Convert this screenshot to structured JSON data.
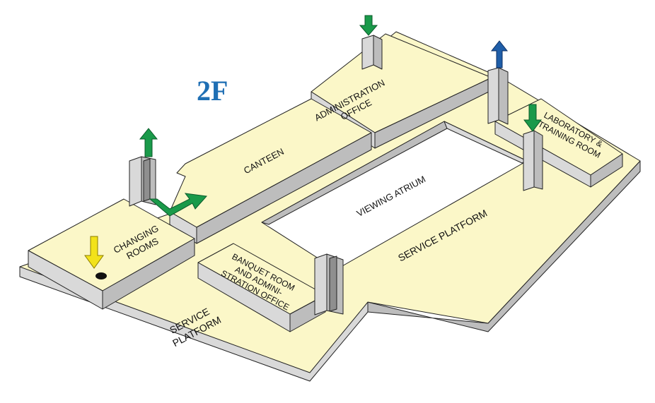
{
  "floor_label": "2F",
  "rooms": {
    "administration_office": [
      "ADMINISTRATION",
      "OFFICE"
    ],
    "laboratory_training_room": [
      "LABORATORY &",
      "TRAINING ROOM"
    ],
    "canteen": "CANTEEN",
    "viewing_atrium": "VIEWING ATRIUM",
    "changing_rooms": [
      "CHANGING",
      "ROOMS"
    ],
    "banquet_room": [
      "BANQUET ROOM",
      "AND ADMINI-",
      "STRATION OFFICE"
    ],
    "service_platform_right": "SERVICE PLATFORM",
    "service_platform_left": [
      "SERVICE",
      "PLATFORM"
    ]
  },
  "colors": {
    "floor_fill": "#fbf7c8",
    "arrow_down_green": "#1a9a4a",
    "arrow_up_green": "#1a9a4a",
    "arrow_up_blue": "#1f5ea8",
    "arrow_down_yellow": "#f2e21a",
    "title_blue": "#1f6fb4"
  },
  "icons": {
    "stair_down": "arrow-down-icon",
    "stair_up": "arrow-up-icon",
    "entrance": "entrance-dot-icon"
  }
}
